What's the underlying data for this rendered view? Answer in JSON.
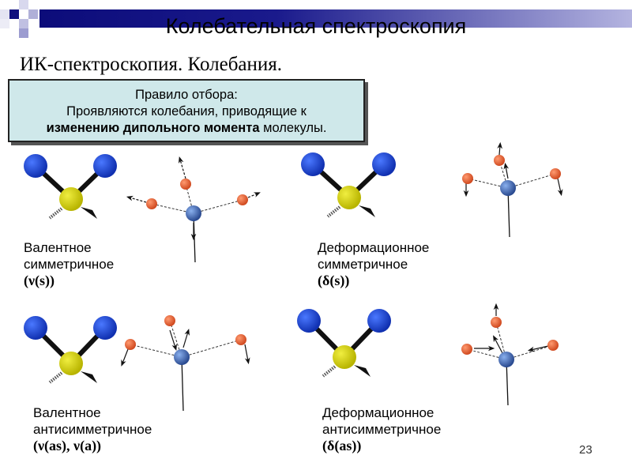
{
  "slide": {
    "title": "Колебательная спектроскопия",
    "subtitle": "ИК-спектроскопия. Колебания.",
    "rule_box": {
      "line1": "Правило отбора:",
      "line2": "Проявляются колебания, приводящие к",
      "line3_bold": "изменению дипольного момента",
      "line3_rest": " молекулы."
    },
    "modes": [
      {
        "line1": "Валентное",
        "line2": "симметричное",
        "symbol": "(ν(s))"
      },
      {
        "line1": "Деформационное",
        "line2": "симметричное",
        "symbol": "(δ(s))"
      },
      {
        "line1": "Валентное",
        "line2": "антисимметричное",
        "symbol": "(ν(as), ν(a))"
      },
      {
        "line1": "Деформационное",
        "line2": "антисимметричное",
        "symbol": "(δ(as))"
      }
    ],
    "page_number": "23",
    "colors": {
      "outer_atom": "#1a44c8",
      "central_atom": "#d4d010",
      "pyramid_center": "#4f78c0",
      "pyramid_atom": "#ec6840",
      "rule_box_bg": "#cfe8ea",
      "title_band": "#0c0c7a"
    }
  }
}
